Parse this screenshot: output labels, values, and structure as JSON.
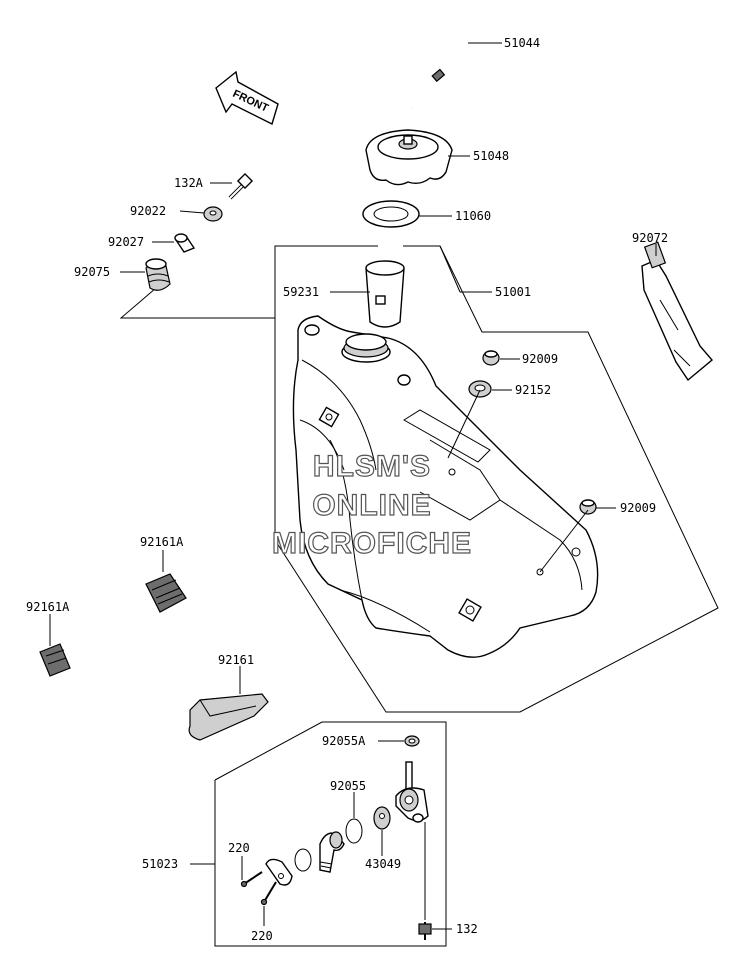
{
  "labels": {
    "l51044": "51044",
    "l51048": "51048",
    "l11060": "11060",
    "l51001": "51001",
    "l59231": "59231",
    "l132A": "132A",
    "l92022": "92022",
    "l92027": "92027",
    "l92075": "92075",
    "l92072": "92072",
    "l92009a": "92009",
    "l92152": "92152",
    "l92009b": "92009",
    "l92161A_1": "92161A",
    "l92161A_2": "92161A",
    "l92161": "92161",
    "l92055A": "92055A",
    "l92055": "92055",
    "l43049": "43049",
    "l51023": "51023",
    "l220a": "220",
    "l220b": "220",
    "l132": "132"
  },
  "front_arrow": "FRONT",
  "watermark": {
    "line1": "HLSM'S",
    "line2": "ONLINE",
    "line3": "MICROFICHE"
  }
}
